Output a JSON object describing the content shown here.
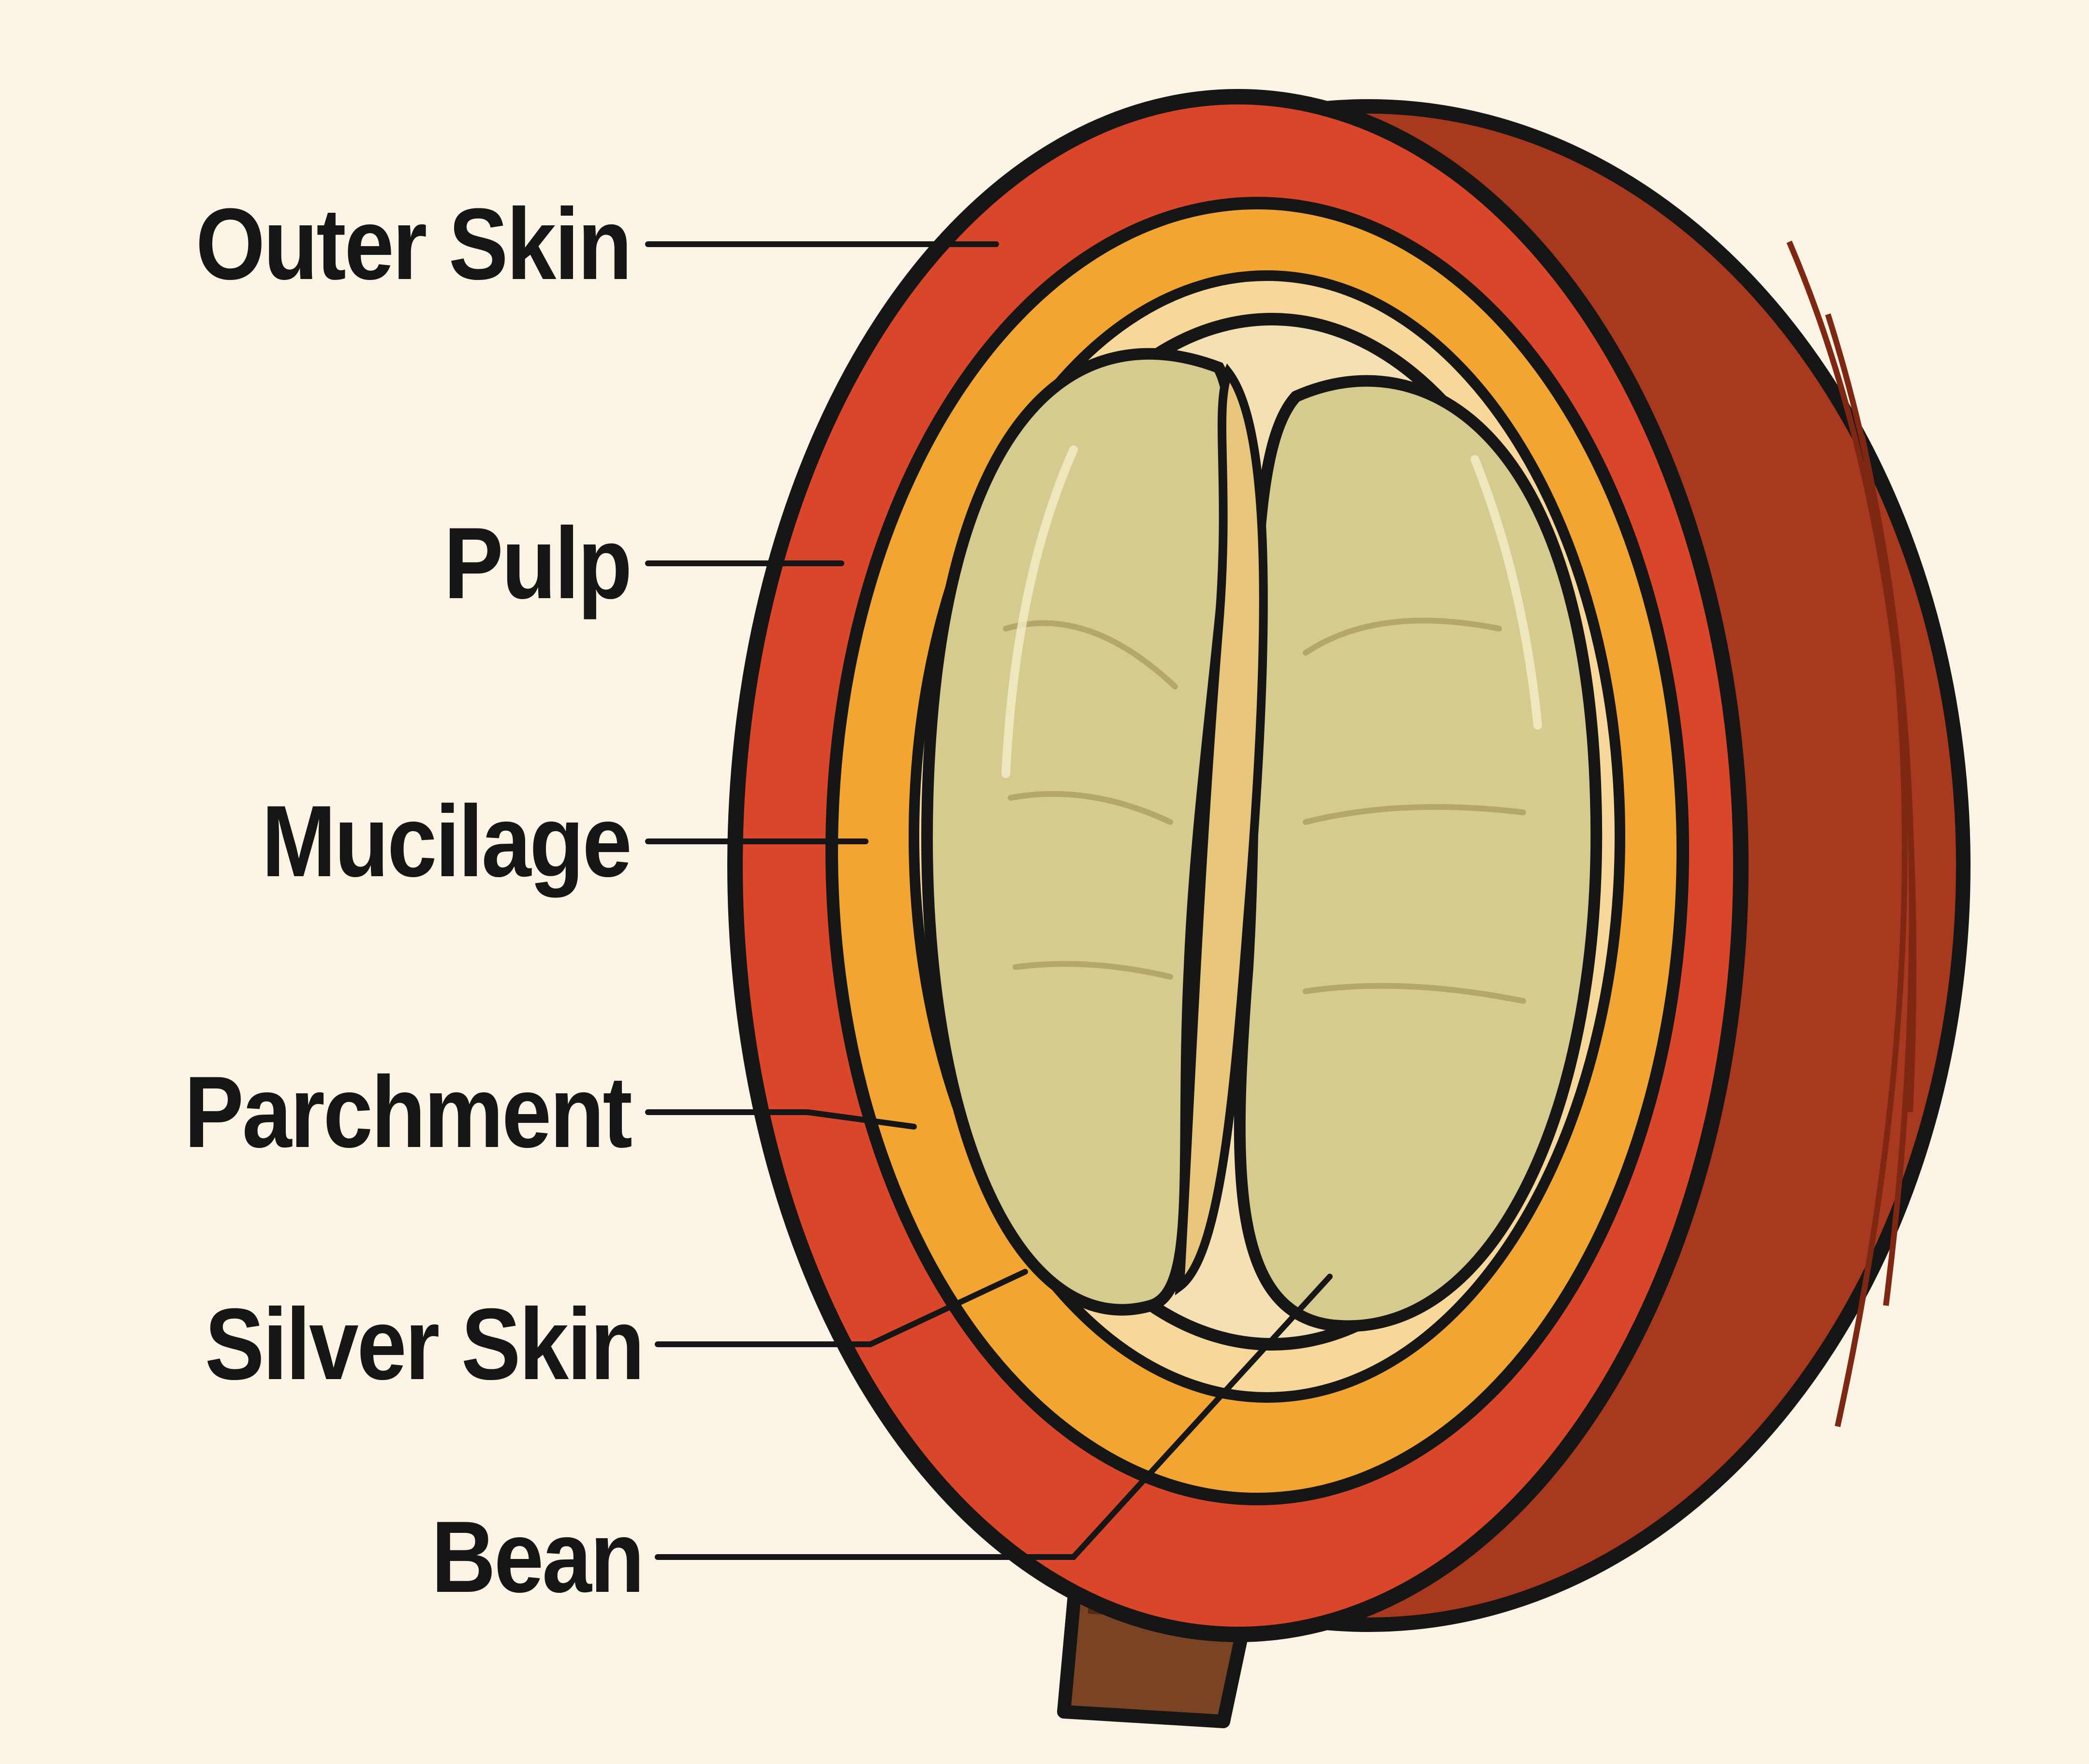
{
  "diagram": {
    "labels": [
      {
        "id": "outer-skin",
        "text": "Outer Skin"
      },
      {
        "id": "pulp",
        "text": "Pulp"
      },
      {
        "id": "mucilage",
        "text": "Mucilage"
      },
      {
        "id": "parchment",
        "text": "Parchment"
      },
      {
        "id": "silver-skin",
        "text": "Silver Skin"
      },
      {
        "id": "bean",
        "text": "Bean"
      }
    ],
    "colors": {
      "background": "#FBF3E4",
      "outline": "#161616",
      "outer_skin": "#D9462A",
      "outer_skin_side": "#A8381E",
      "pulp": "#F3A531",
      "mucilage": "#F7D79A",
      "parchment": "#F5E0B4",
      "bean": "#D6CB8F",
      "bean_shadow": "#B3A86A",
      "stem": "#7A4424"
    }
  }
}
